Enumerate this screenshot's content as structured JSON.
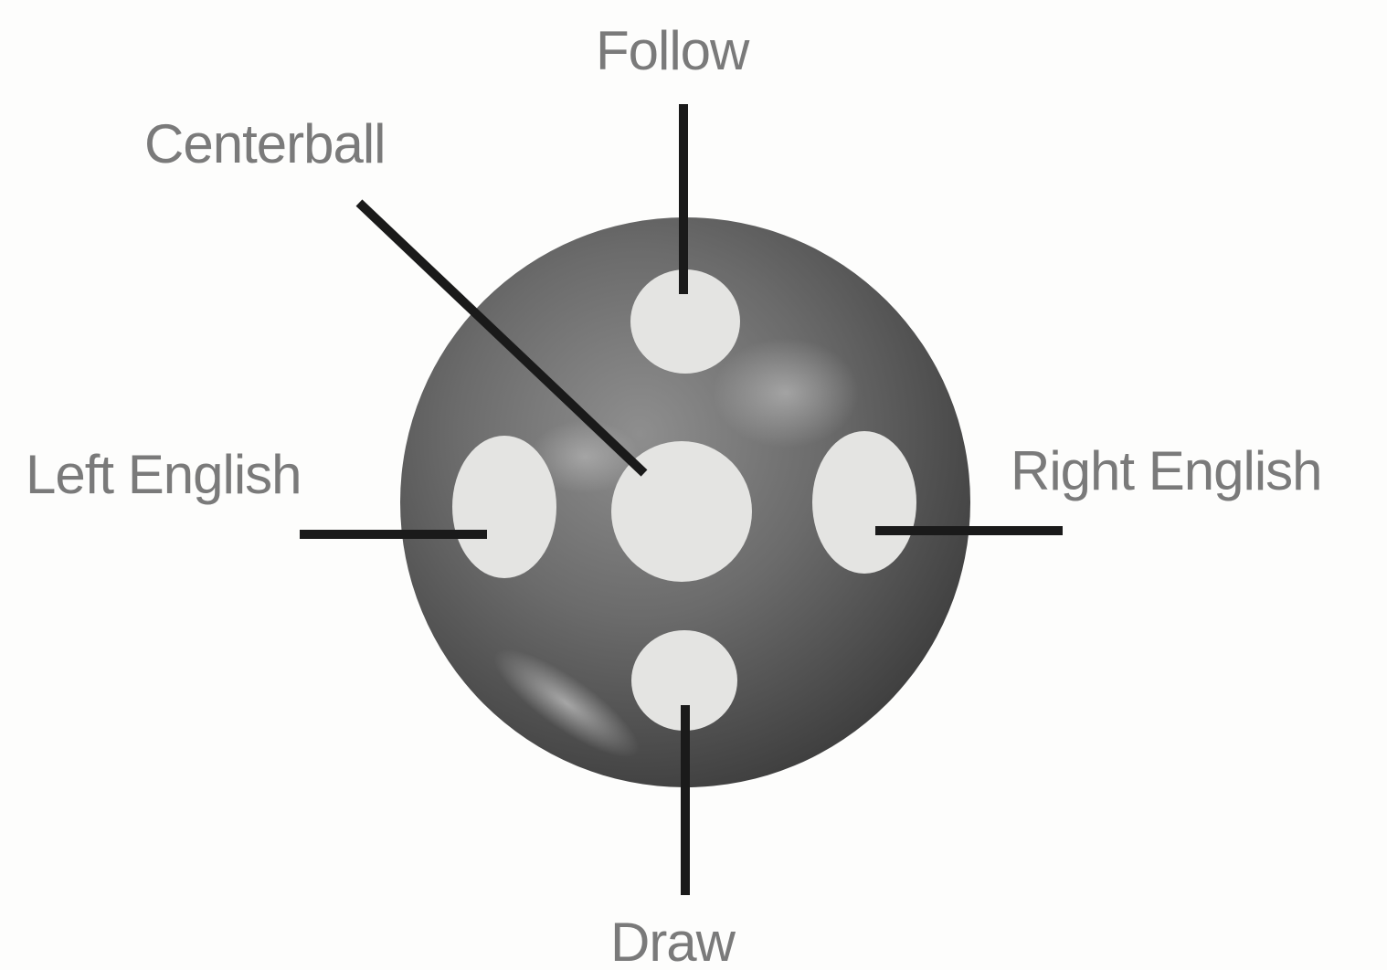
{
  "labels": {
    "follow": "Follow",
    "centerball": "Centerball",
    "left_english": "Left English",
    "right_english": "Right English",
    "draw": "Draw"
  },
  "colors": {
    "ball_dark": "#3a3a3a",
    "ball_mid": "#707070",
    "ball_highlight": "#c9c9c9",
    "spot": "#e4e4e2",
    "leader_line": "#1a1a1a",
    "label_text": "#7a7a7a"
  }
}
